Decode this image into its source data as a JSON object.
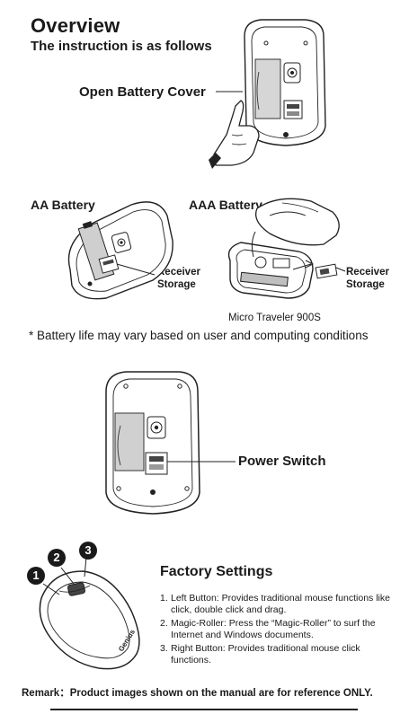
{
  "overview": {
    "title": "Overview",
    "subtitle": "The instruction is as follows"
  },
  "step1": {
    "open_cover_label": "Open Battery Cover"
  },
  "step2": {
    "aa_label": "AA Battery",
    "aaa_label": "AAA Battery",
    "receiver_storage_left": [
      "Receiver",
      "Storage"
    ],
    "receiver_storage_right": [
      "Receiver",
      "Storage"
    ],
    "model_caption": "Micro Traveler 900S",
    "battery_note": "* Battery life may vary based on user and computing conditions"
  },
  "step3": {
    "power_switch_label": "Power Switch"
  },
  "factory": {
    "title": "Factory Settings",
    "badges": [
      "1",
      "2",
      "3"
    ],
    "items": [
      {
        "num": "1.",
        "text": "Left Button: Provides traditional mouse functions like click, double click and drag."
      },
      {
        "num": "2.",
        "text": "Magic-Roller: Press the “Magic-Roller” to surf the Internet and Windows documents."
      },
      {
        "num": "3.",
        "text": "Right Button: Provides traditional mouse click functions."
      }
    ],
    "mouse_brand": "Genius"
  },
  "remark": "Remark：Product images shown on the manual are for reference ONLY."
}
